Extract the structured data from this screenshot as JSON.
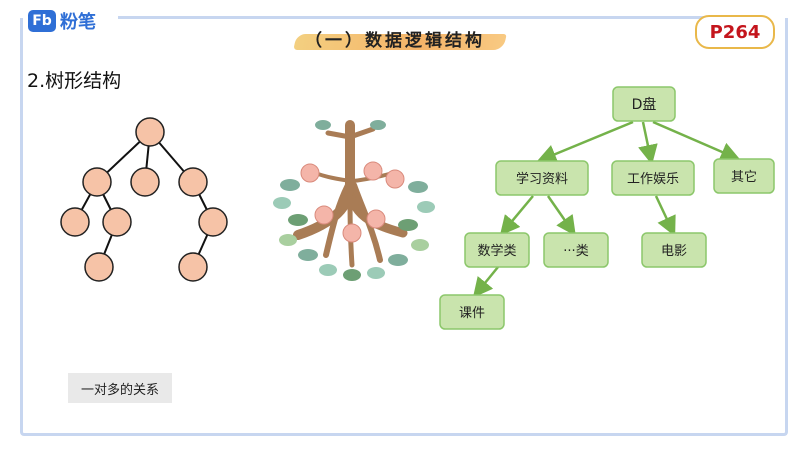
{
  "logo": {
    "mark": "Fb",
    "text": "粉笔"
  },
  "title": "（一）数据逻辑结构",
  "page_badge": "P264",
  "section_heading": "2.树形结构",
  "note": "一对多的关系",
  "diagram": {
    "nodes": {
      "root": "D盘",
      "study": "学习资料",
      "work": "工作娱乐",
      "other": "其它",
      "math": "数学类",
      "etc": "···类",
      "movie": "电影",
      "course": "课件"
    }
  },
  "colors": {
    "node_fill": "#c9e4ad",
    "node_border": "#8cc76b",
    "arrow": "#74b24a",
    "tree_node": "#f6c3a7",
    "badge_text": "#c4151c",
    "brand": "#2f6fd6"
  }
}
